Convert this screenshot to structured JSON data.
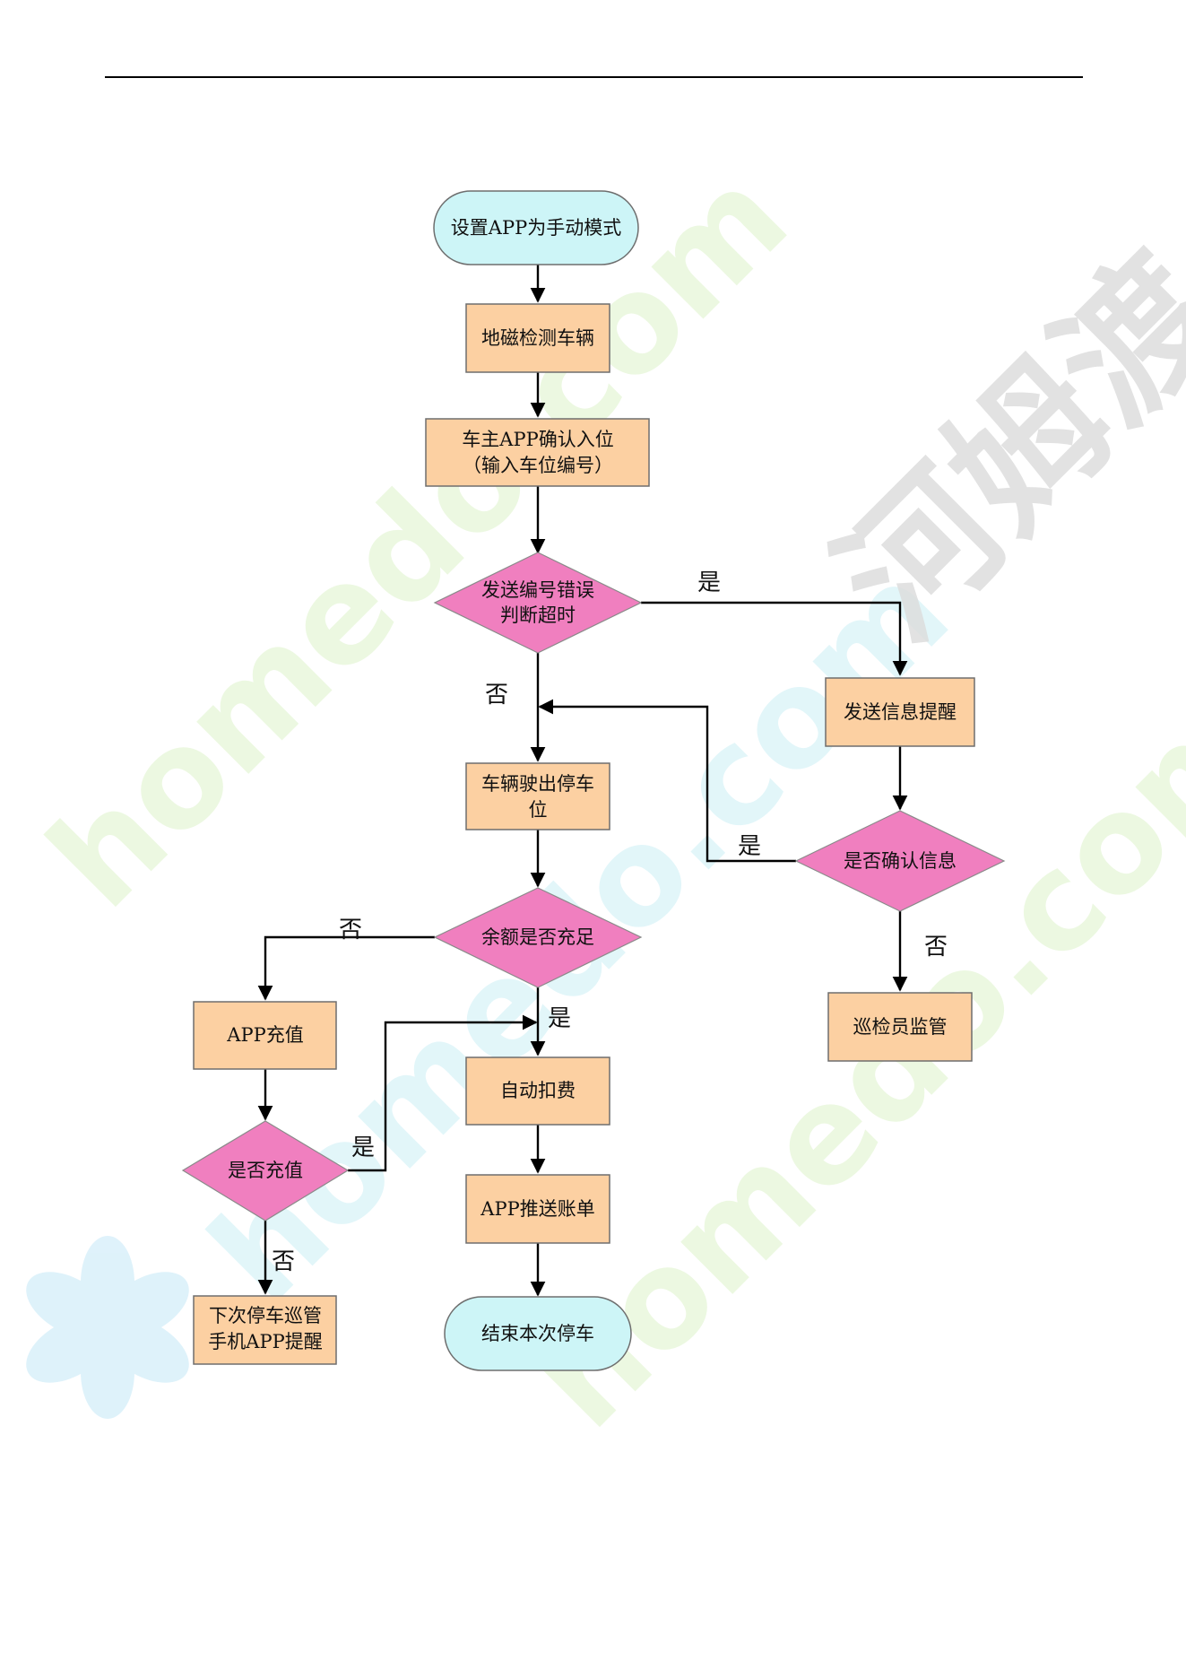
{
  "nodes": {
    "start": [
      "设置APP为手动模式"
    ],
    "geomag": [
      "地磁检测车辆"
    ],
    "confirm_entry": [
      "车主APP确认入位",
      "（输入车位编号）"
    ],
    "check_timeout": [
      "发送编号错误",
      "判断超时"
    ],
    "send_reminder": [
      "发送信息提醒"
    ],
    "confirm_info": [
      "是否确认信息"
    ],
    "inspector": [
      "巡检员监管"
    ],
    "leave": [
      "车辆驶出停车",
      "位"
    ],
    "balance": [
      "余额是否充足"
    ],
    "recharge": [
      "APP充值"
    ],
    "recharged": [
      "是否充值"
    ],
    "next_remind": [
      "下次停车巡管",
      "手机APP提醒"
    ],
    "auto_deduct": [
      "自动扣费"
    ],
    "push_bill": [
      "APP推送账单"
    ],
    "end": [
      "结束本次停车"
    ]
  },
  "labels": {
    "timeout_yes": "是",
    "timeout_no": "否",
    "confirm_yes": "是",
    "confirm_no": "否",
    "balance_no": "否",
    "balance_yes": "是",
    "recharged_yes": "是",
    "recharged_no": "否"
  },
  "watermark": {
    "text": "homedo.com",
    "brand": "河姆渡"
  },
  "colors": {
    "process": "#fcd0a2",
    "terminal": "#cdf5f7",
    "decision": "#f07fbf",
    "edge": "#000000"
  }
}
